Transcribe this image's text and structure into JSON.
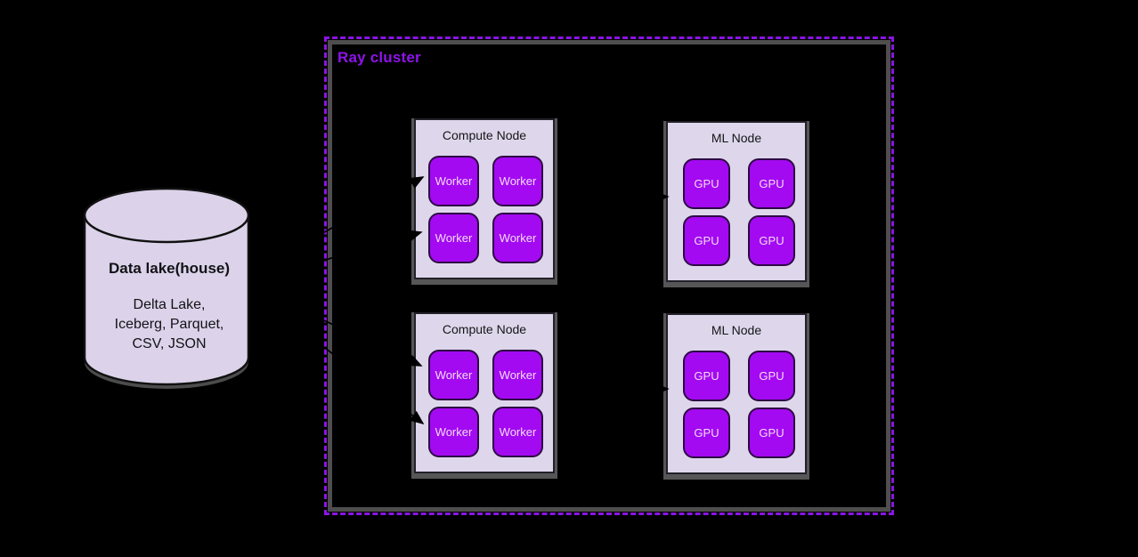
{
  "datalake": {
    "title": "Data lake(house)",
    "lines": [
      "Delta Lake,",
      "Iceberg, Parquet,",
      "CSV, JSON"
    ]
  },
  "cluster": {
    "title": "Ray cluster",
    "nodes": [
      {
        "id": "compute-node-top",
        "title": "Compute Node",
        "units": [
          "Worker",
          "Worker",
          "Worker",
          "Worker"
        ]
      },
      {
        "id": "ml-node-top",
        "title": "ML Node",
        "units": [
          "GPU",
          "GPU",
          "GPU",
          "GPU"
        ]
      },
      {
        "id": "compute-node-bottom",
        "title": "Compute Node",
        "units": [
          "Worker",
          "Worker",
          "Worker",
          "Worker"
        ]
      },
      {
        "id": "ml-node-bottom",
        "title": "ML Node",
        "units": [
          "GPU",
          "GPU",
          "GPU",
          "GPU"
        ]
      }
    ]
  },
  "connections": [
    {
      "from": "data-lake",
      "to": "compute-node-top-worker-left-1"
    },
    {
      "from": "data-lake",
      "to": "compute-node-top-worker-left-2"
    },
    {
      "from": "data-lake",
      "to": "compute-node-bottom-worker-left-1"
    },
    {
      "from": "data-lake",
      "to": "compute-node-bottom-worker-left-2"
    },
    {
      "from": "compute-node-top",
      "to": "ml-node-top"
    },
    {
      "from": "compute-node-bottom",
      "to": "ml-node-bottom"
    }
  ],
  "colors": {
    "background": "#000000",
    "cluster_accent": "#8f13ea",
    "cluster_dashed_border": "#8a14e4",
    "cluster_inner_border": "#4e4e4e",
    "node_fill": "#ded7eb",
    "node_shadow": "#565656",
    "unit_fill": "#a30af1",
    "unit_text": "#f2daf6",
    "cylinder_fill": "#dcd3ea",
    "arrow": "#000000"
  }
}
